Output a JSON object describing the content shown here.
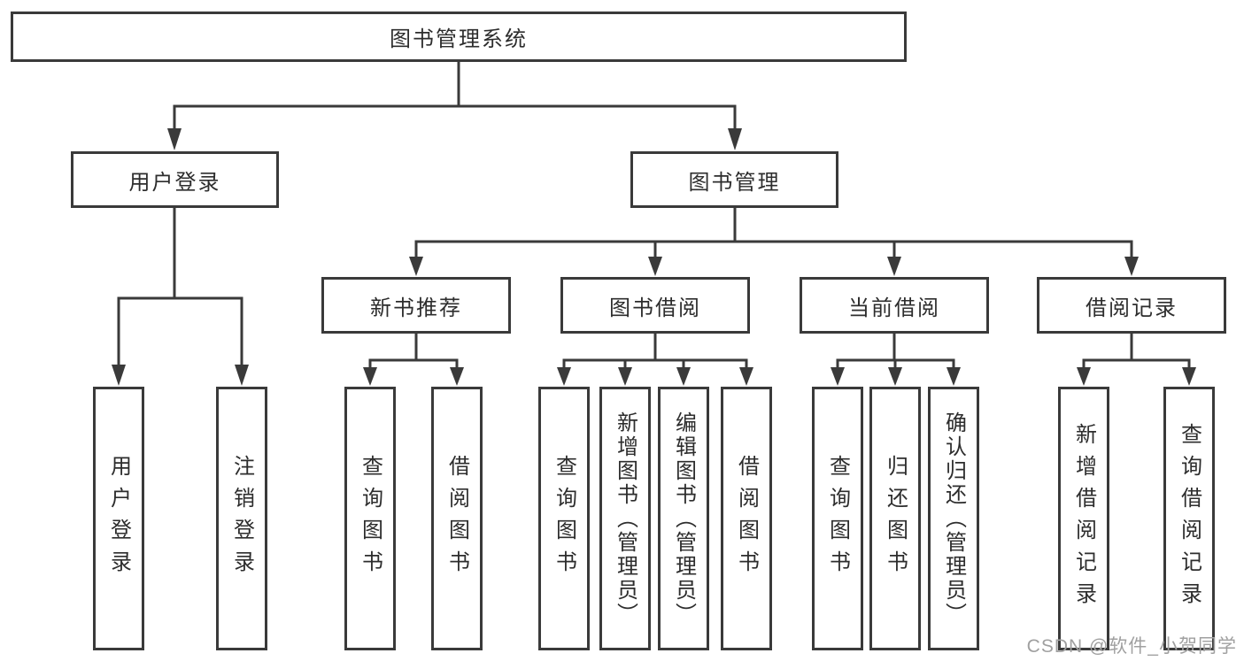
{
  "tree": {
    "label": "图书管理系统",
    "children": [
      {
        "label": "用户登录",
        "children": [
          {
            "label": "用户登录"
          },
          {
            "label": "注销登录"
          }
        ]
      },
      {
        "label": "图书管理",
        "children": [
          {
            "label": "新书推荐",
            "children": [
              {
                "label": "查询图书"
              },
              {
                "label": "借阅图书"
              }
            ]
          },
          {
            "label": "图书借阅",
            "children": [
              {
                "label": "查询图书"
              },
              {
                "label": "新增图书（管理员）"
              },
              {
                "label": "编辑图书（管理员）"
              },
              {
                "label": "借阅图书"
              }
            ]
          },
          {
            "label": "当前借阅",
            "children": [
              {
                "label": "查询图书"
              },
              {
                "label": "归还图书"
              },
              {
                "label": "确认归还（管理员）"
              }
            ]
          },
          {
            "label": "借阅记录",
            "children": [
              {
                "label": "新增借阅记录"
              },
              {
                "label": "查询借阅记录"
              }
            ]
          }
        ]
      }
    ]
  },
  "watermark": "CSDN @软件_小贺同学",
  "colors": {
    "line": "#3a3a3a",
    "text": "#2d2d2d",
    "watermark": "#a0a0a0",
    "background": "#ffffff"
  }
}
